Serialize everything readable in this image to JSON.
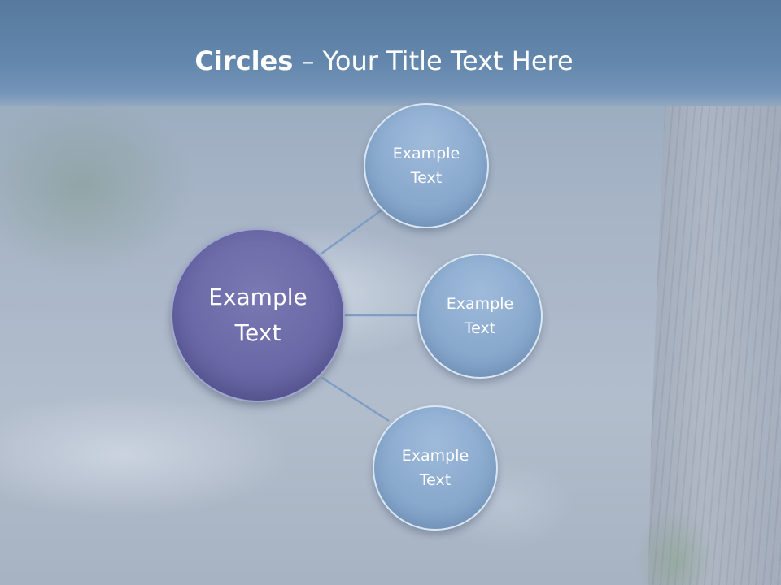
{
  "title": {
    "bold": "Circles",
    "rest": " – Your Title Text Here"
  },
  "center": {
    "label": "Example\nText"
  },
  "satellites": [
    {
      "label": "Example\nText"
    },
    {
      "label": "Example\nText"
    },
    {
      "label": "Example\nText"
    }
  ],
  "colors": {
    "center_fill": "#6a68a6",
    "satellite_fill": "#89a9cd",
    "connector": "#7f9ec4",
    "header": "#6487ad"
  }
}
